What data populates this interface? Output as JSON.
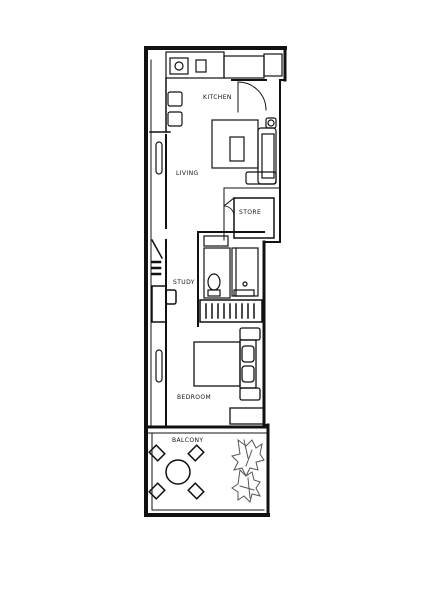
{
  "floorplan": {
    "rooms": {
      "kitchen": "KITCHEN",
      "living": "LIVING",
      "store": "STORE",
      "study": "STUDY",
      "bedroom": "BEDROOM",
      "balcony": "BALCONY"
    },
    "colors": {
      "wall": "#111111",
      "line": "#222222",
      "furniture_fill": "#ffffff",
      "plant": "#555555",
      "background": "#ffffff"
    }
  }
}
